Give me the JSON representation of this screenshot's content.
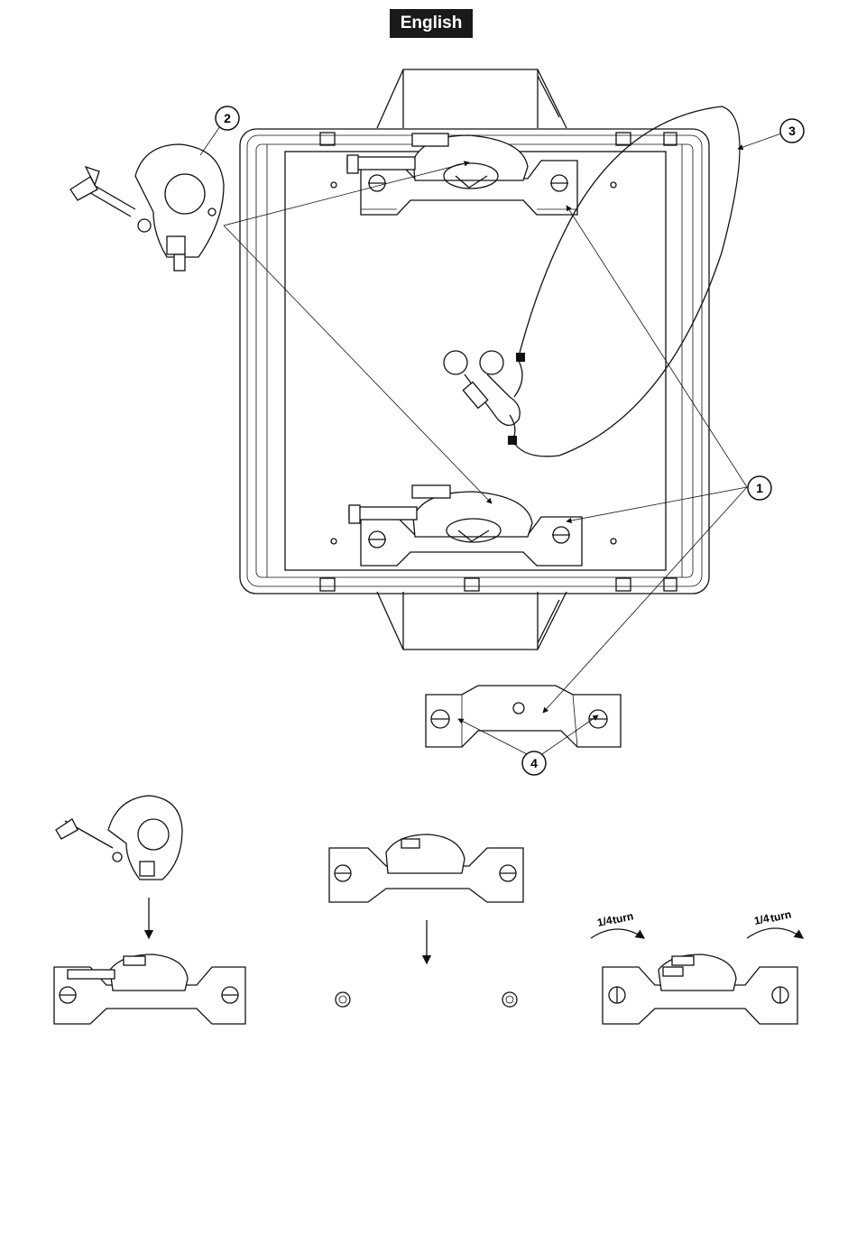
{
  "header": {
    "language_label": "English"
  },
  "callouts": [
    {
      "id": "callout-1",
      "label": "1"
    },
    {
      "id": "callout-2",
      "label": "2"
    },
    {
      "id": "callout-3",
      "label": "3"
    },
    {
      "id": "callout-4",
      "label": "4"
    }
  ],
  "turn_labels": [
    {
      "fraction": "1/4",
      "word": "turn"
    },
    {
      "fraction": "1/4",
      "word": "turn"
    }
  ],
  "colors": {
    "line": "#111111",
    "tab_bg": "#1a1a1a",
    "tab_text": "#ffffff",
    "background": "#ffffff"
  }
}
